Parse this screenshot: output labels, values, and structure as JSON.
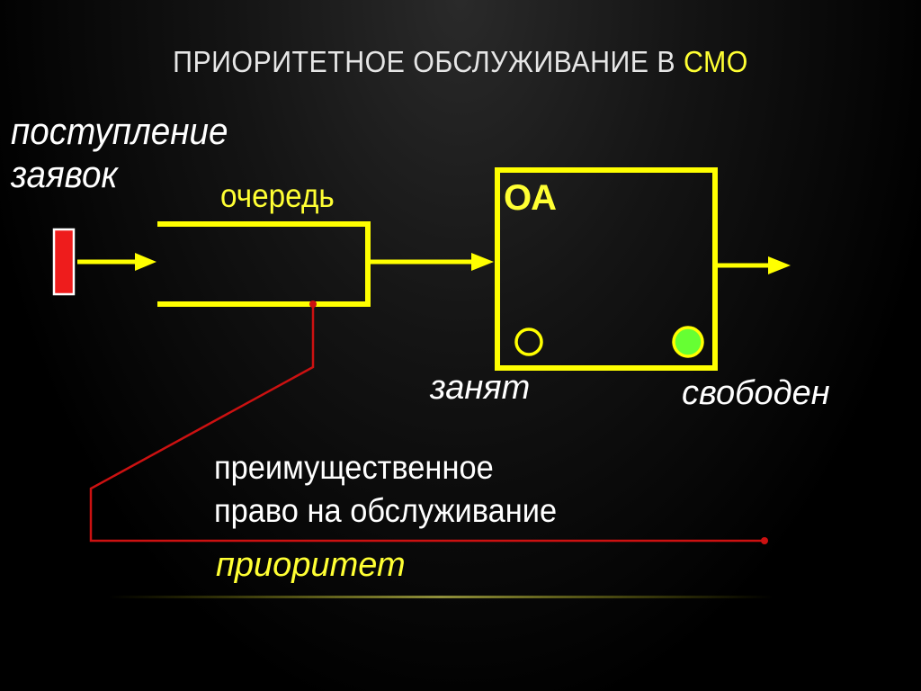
{
  "slide": {
    "title_main": "ПРИОРИТЕТНОЕ ОБСЛУЖИВАНИЕ В ",
    "title_accent": "СМО"
  },
  "diagram": {
    "arrival_line1": "поступление",
    "arrival_line2": "заявок",
    "queue_label": "очередь",
    "server_label": "ОА",
    "busy_label": "занят",
    "free_label": "свободен",
    "description_line1": "преимущественное",
    "description_line2": "право на обслуживание",
    "priority_label": "приоритет"
  },
  "colors": {
    "line": "#ffff00",
    "connector": "#cc1111",
    "request_block": "#ee1c1c",
    "free_indicator": "#66ff33",
    "text": "#ffffff",
    "accent_text": "#ffff33"
  }
}
